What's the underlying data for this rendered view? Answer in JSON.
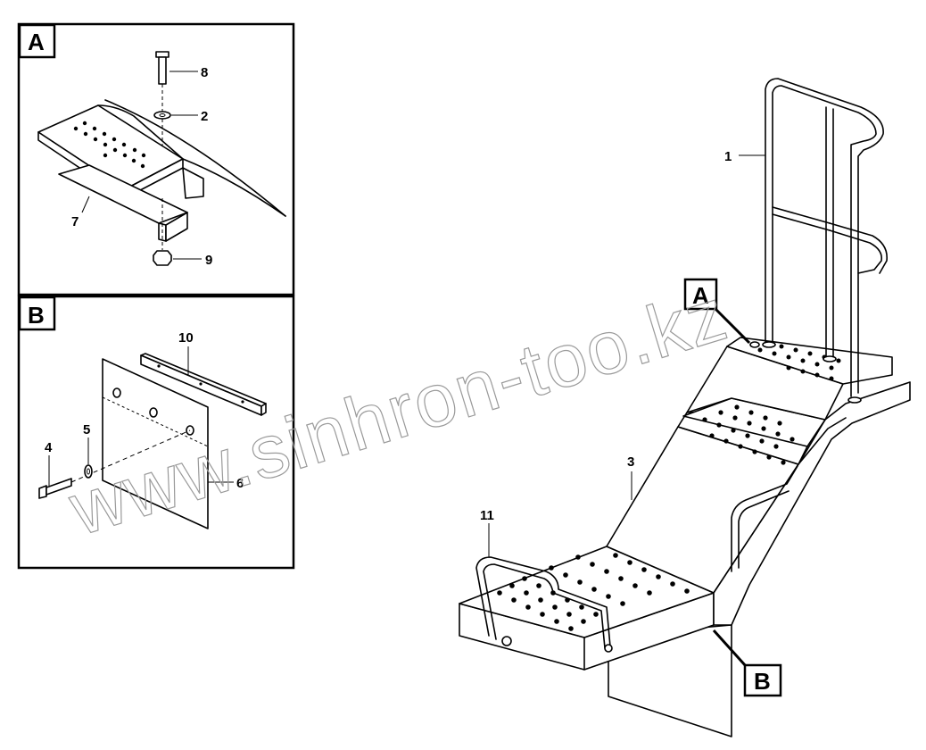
{
  "panels": {
    "a": {
      "letter": "A"
    },
    "b": {
      "letter": "B"
    }
  },
  "callouts": {
    "p1": "1",
    "p2": "2",
    "p3": "3",
    "p4": "4",
    "p5": "5",
    "p6": "6",
    "p7": "7",
    "p8": "8",
    "p9": "9",
    "p10": "10",
    "p11": "11"
  },
  "detail_refs": {
    "a": "A",
    "b": "B"
  },
  "watermark": "www.sinhron-too.kz"
}
